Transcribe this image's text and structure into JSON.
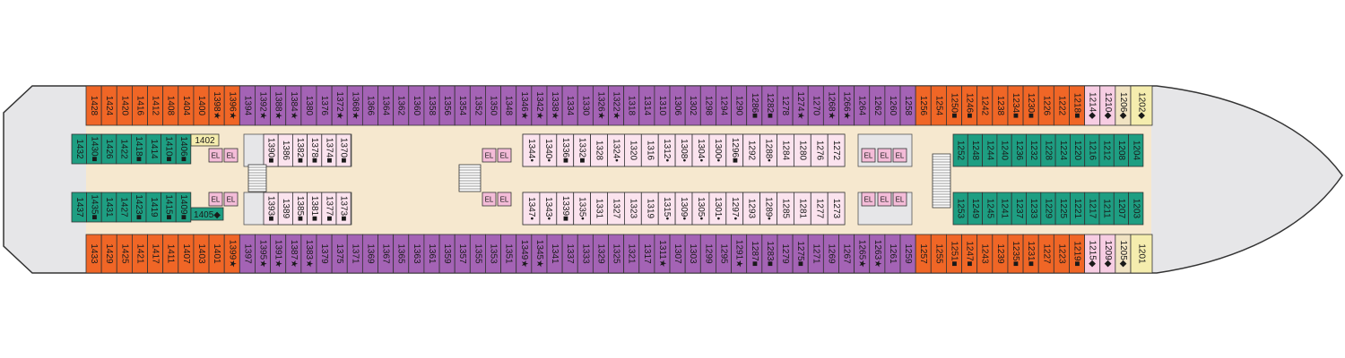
{
  "deck": {
    "colors": {
      "hull": "#e6e6e8",
      "hull_stroke": "#333333",
      "corridor": "#f6e8cf",
      "interior_zone": "#e6e6e8",
      "orange": "#f06626",
      "purple": "#a463b5",
      "green": "#1e9e82",
      "pink": "#f7cde3",
      "light_pink": "#fbe3ee",
      "beige": "#f1e3c2",
      "yellow": "#f5edae",
      "elevator": "#f4bcd8",
      "stair_bg": "#ffffff"
    },
    "elevator_label": "EL",
    "room_1402": "1402",
    "room_1405": "1405◆",
    "rows": {
      "top_outer": [
        {
          "n": "1428",
          "c": "orange"
        },
        {
          "n": "1424",
          "c": "orange"
        },
        {
          "n": "1420",
          "c": "orange"
        },
        {
          "n": "1416",
          "c": "orange"
        },
        {
          "n": "1412",
          "c": "orange"
        },
        {
          "n": "1408",
          "c": "orange"
        },
        {
          "n": "1404",
          "c": "orange"
        },
        {
          "n": "1400",
          "c": "orange"
        },
        {
          "n": "1398★",
          "c": "orange"
        },
        {
          "n": "1396★",
          "c": "orange"
        },
        {
          "n": "1394",
          "c": "purple"
        },
        {
          "n": "1392★",
          "c": "purple"
        },
        {
          "n": "1388★",
          "c": "purple"
        },
        {
          "n": "1384★",
          "c": "purple"
        },
        {
          "n": "1380",
          "c": "purple"
        },
        {
          "n": "1376",
          "c": "purple"
        },
        {
          "n": "1372★",
          "c": "purple"
        },
        {
          "n": "1368★",
          "c": "purple"
        },
        {
          "n": "1366",
          "c": "purple"
        },
        {
          "n": "1364",
          "c": "purple"
        },
        {
          "n": "1362",
          "c": "purple"
        },
        {
          "n": "1360",
          "c": "purple"
        },
        {
          "n": "1358",
          "c": "purple"
        },
        {
          "n": "1356",
          "c": "purple"
        },
        {
          "n": "1354",
          "c": "purple"
        },
        {
          "n": "1352",
          "c": "purple"
        },
        {
          "n": "1350",
          "c": "purple"
        },
        {
          "n": "1348",
          "c": "purple"
        },
        {
          "n": "1346★",
          "c": "purple"
        },
        {
          "n": "1342★",
          "c": "purple"
        },
        {
          "n": "1338★",
          "c": "purple"
        },
        {
          "n": "1334",
          "c": "purple"
        },
        {
          "n": "1330",
          "c": "purple"
        },
        {
          "n": "1326★",
          "c": "purple"
        },
        {
          "n": "1322★",
          "c": "purple"
        },
        {
          "n": "1318",
          "c": "purple"
        },
        {
          "n": "1314",
          "c": "purple"
        },
        {
          "n": "1310",
          "c": "purple"
        },
        {
          "n": "1306",
          "c": "purple"
        },
        {
          "n": "1302",
          "c": "purple"
        },
        {
          "n": "1298",
          "c": "purple"
        },
        {
          "n": "1294",
          "c": "purple"
        },
        {
          "n": "1290",
          "c": "purple"
        },
        {
          "n": "1286■",
          "c": "purple"
        },
        {
          "n": "1282■",
          "c": "purple"
        },
        {
          "n": "1278",
          "c": "purple"
        },
        {
          "n": "1274★",
          "c": "purple"
        },
        {
          "n": "1270",
          "c": "purple"
        },
        {
          "n": "1268★",
          "c": "purple"
        },
        {
          "n": "1266★",
          "c": "purple"
        },
        {
          "n": "1264",
          "c": "purple"
        },
        {
          "n": "1262",
          "c": "purple"
        },
        {
          "n": "1260",
          "c": "purple"
        },
        {
          "n": "1258",
          "c": "purple"
        },
        {
          "n": "1256",
          "c": "orange"
        },
        {
          "n": "1254",
          "c": "orange"
        },
        {
          "n": "1250■",
          "c": "orange"
        },
        {
          "n": "1246■",
          "c": "orange"
        },
        {
          "n": "1242",
          "c": "orange"
        },
        {
          "n": "1238",
          "c": "orange"
        },
        {
          "n": "1234■",
          "c": "orange"
        },
        {
          "n": "1230■",
          "c": "orange"
        },
        {
          "n": "1226",
          "c": "orange"
        },
        {
          "n": "1222",
          "c": "orange"
        },
        {
          "n": "1218■",
          "c": "orange"
        },
        {
          "n": "1214◆",
          "c": "pink"
        },
        {
          "n": "1210◆",
          "c": "pink"
        },
        {
          "n": "1206◆",
          "c": "beige"
        }
      ],
      "top_yellow": "1202◆",
      "bottom_outer": [
        {
          "n": "1433",
          "c": "orange"
        },
        {
          "n": "1429",
          "c": "orange"
        },
        {
          "n": "1425",
          "c": "orange"
        },
        {
          "n": "1421",
          "c": "orange"
        },
        {
          "n": "1417",
          "c": "orange"
        },
        {
          "n": "1411",
          "c": "orange"
        },
        {
          "n": "1407",
          "c": "orange"
        },
        {
          "n": "1403",
          "c": "orange"
        },
        {
          "n": "1401",
          "c": "orange"
        },
        {
          "n": "1399★",
          "c": "orange"
        },
        {
          "n": "1397",
          "c": "purple"
        },
        {
          "n": "1395★",
          "c": "purple"
        },
        {
          "n": "1391★",
          "c": "purple"
        },
        {
          "n": "1387★",
          "c": "purple"
        },
        {
          "n": "1383★",
          "c": "purple"
        },
        {
          "n": "1379",
          "c": "purple"
        },
        {
          "n": "1375",
          "c": "purple"
        },
        {
          "n": "1371",
          "c": "purple"
        },
        {
          "n": "1369",
          "c": "purple"
        },
        {
          "n": "1367",
          "c": "purple"
        },
        {
          "n": "1365",
          "c": "purple"
        },
        {
          "n": "1363",
          "c": "purple"
        },
        {
          "n": "1361",
          "c": "purple"
        },
        {
          "n": "1359",
          "c": "purple"
        },
        {
          "n": "1357",
          "c": "purple"
        },
        {
          "n": "1355",
          "c": "purple"
        },
        {
          "n": "1353",
          "c": "purple"
        },
        {
          "n": "1351",
          "c": "purple"
        },
        {
          "n": "1349★",
          "c": "purple"
        },
        {
          "n": "1345★",
          "c": "purple"
        },
        {
          "n": "1341",
          "c": "purple"
        },
        {
          "n": "1337",
          "c": "purple"
        },
        {
          "n": "1333",
          "c": "purple"
        },
        {
          "n": "1329",
          "c": "purple"
        },
        {
          "n": "1325",
          "c": "purple"
        },
        {
          "n": "1321",
          "c": "purple"
        },
        {
          "n": "1317",
          "c": "purple"
        },
        {
          "n": "1311★",
          "c": "purple"
        },
        {
          "n": "1307",
          "c": "purple"
        },
        {
          "n": "1303",
          "c": "purple"
        },
        {
          "n": "1299",
          "c": "purple"
        },
        {
          "n": "1295",
          "c": "purple"
        },
        {
          "n": "1291★",
          "c": "purple"
        },
        {
          "n": "1287■",
          "c": "purple"
        },
        {
          "n": "1283■",
          "c": "purple"
        },
        {
          "n": "1279",
          "c": "purple"
        },
        {
          "n": "1275■",
          "c": "purple"
        },
        {
          "n": "1271",
          "c": "purple"
        },
        {
          "n": "1269",
          "c": "purple"
        },
        {
          "n": "1267",
          "c": "purple"
        },
        {
          "n": "1265★",
          "c": "purple"
        },
        {
          "n": "1263★",
          "c": "purple"
        },
        {
          "n": "1261",
          "c": "purple"
        },
        {
          "n": "1259",
          "c": "purple"
        },
        {
          "n": "1257",
          "c": "orange"
        },
        {
          "n": "1255",
          "c": "orange"
        },
        {
          "n": "1251■",
          "c": "orange"
        },
        {
          "n": "1247■",
          "c": "orange"
        },
        {
          "n": "1243",
          "c": "orange"
        },
        {
          "n": "1239",
          "c": "orange"
        },
        {
          "n": "1235■",
          "c": "orange"
        },
        {
          "n": "1231■",
          "c": "orange"
        },
        {
          "n": "1227",
          "c": "orange"
        },
        {
          "n": "1223",
          "c": "orange"
        },
        {
          "n": "1219■",
          "c": "orange"
        },
        {
          "n": "1215◆",
          "c": "pink"
        },
        {
          "n": "1209◆",
          "c": "pink"
        },
        {
          "n": "1205◆",
          "c": "beige"
        }
      ],
      "bottom_yellow": "1201",
      "inner_top_left_green": [
        "1432",
        "1430■",
        "1426",
        "1422",
        "1418■",
        "1414",
        "1410■",
        "1406■"
      ],
      "inner_bottom_left_green": [
        "1437",
        "1435■",
        "1431",
        "1427",
        "1423■",
        "1419",
        "1415■",
        "1409■"
      ],
      "inner_top_mid1": [
        "1390■",
        "1386",
        "1382■",
        "1378■",
        "1374■",
        "1370■"
      ],
      "inner_bottom_mid1": [
        "1393■",
        "1389",
        "1385■",
        "1381■",
        "1377■",
        "1373■"
      ],
      "inner_top_mid2": [
        "1344•",
        "1340•",
        "1336■",
        "1332■",
        "1328",
        "1324•",
        "1320",
        "1316",
        "1312•",
        "1308•",
        "1304•",
        "1300•",
        "1296■",
        "1292",
        "1288•",
        "1284",
        "1280",
        "1276",
        "1272"
      ],
      "inner_bottom_mid2": [
        "1347•",
        "1343•",
        "1339■",
        "1335•",
        "1331",
        "1327",
        "1323",
        "1319",
        "1315•",
        "1309•",
        "1305•",
        "1301•",
        "1297•",
        "1293",
        "1289•",
        "1285",
        "1281",
        "1277",
        "1273"
      ],
      "inner_top_right_green": [
        "1252",
        "1248",
        "1244",
        "1240",
        "1236",
        "1232",
        "1228",
        "1224",
        "1220",
        "1216",
        "1212",
        "1208",
        "1204"
      ],
      "inner_bottom_right_green": [
        "1253",
        "1249",
        "1245",
        "1241",
        "1237",
        "1233",
        "1229",
        "1225",
        "1221",
        "1217",
        "1211",
        "1207",
        "1203"
      ]
    }
  }
}
